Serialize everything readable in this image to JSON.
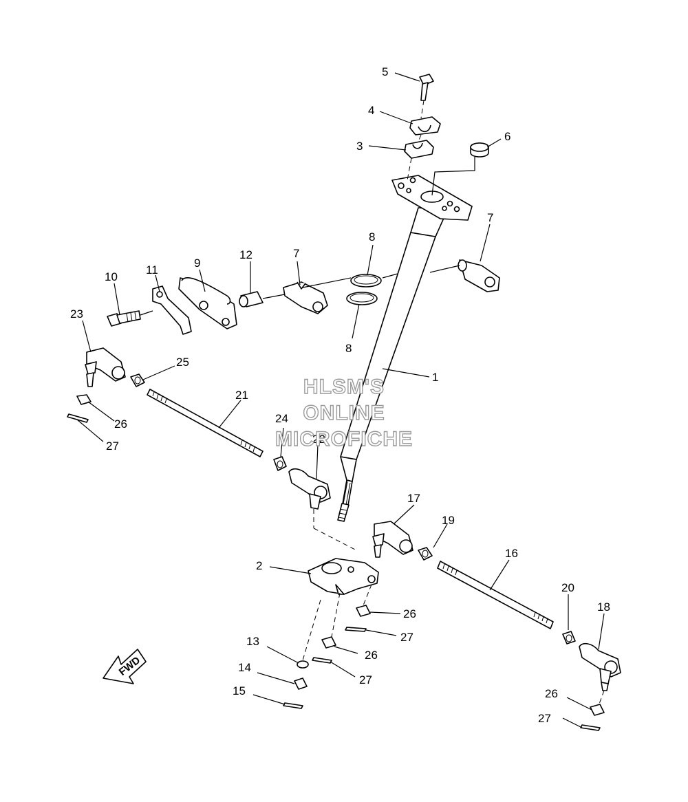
{
  "watermark": {
    "line1": "HLSM'S",
    "line2": "ONLINE",
    "line3": "MICROFICHE"
  },
  "fwd_label": "FWD",
  "callouts": {
    "c1": "1",
    "c2": "2",
    "c3": "3",
    "c4": "4",
    "c5": "5",
    "c6": "6",
    "c7a": "7",
    "c7b": "7",
    "c8a": "8",
    "c8b": "8",
    "c9": "9",
    "c10": "10",
    "c11": "11",
    "c12": "12",
    "c13": "13",
    "c14": "14",
    "c15": "15",
    "c16": "16",
    "c17": "17",
    "c18": "18",
    "c19": "19",
    "c20": "20",
    "c21": "21",
    "c22": "22",
    "c23": "23",
    "c24": "24",
    "c25": "25",
    "c26a": "26",
    "c26b": "26",
    "c26c": "26",
    "c26d": "26",
    "c27a": "27",
    "c27b": "27",
    "c27c": "27",
    "c27d": "27"
  }
}
